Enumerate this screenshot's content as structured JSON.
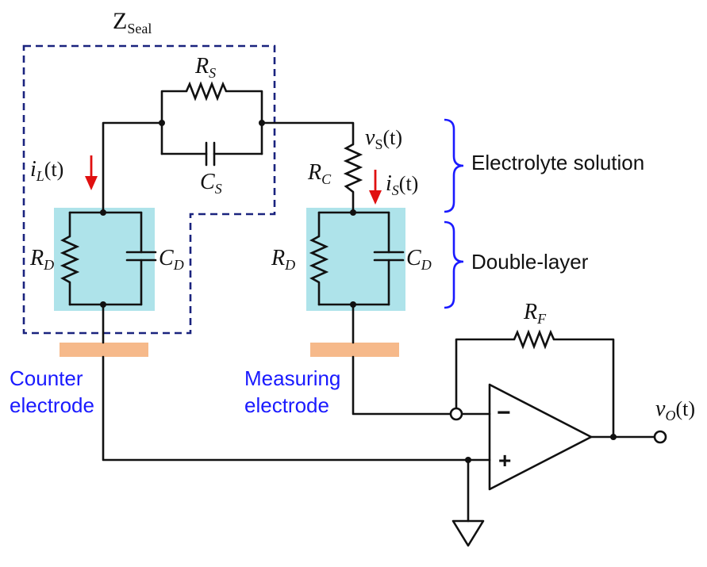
{
  "colors": {
    "wire": "#111111",
    "double_layer_fill": "#aee3ea",
    "electrode": "#f6b98a",
    "electrode_label": "#1a1aff",
    "bracket": "#1a1aff",
    "seal_border": "#1a237e",
    "current_arrow": "#e01010"
  },
  "labels": {
    "z_seal_main": "Z",
    "z_seal_sub": "Seal",
    "rs_main": "R",
    "rs_sub": "S",
    "cs_main": "C",
    "cs_sub": "S",
    "il_main": "i",
    "il_sub": "L",
    "il_arg": "(t)",
    "vs_main": "v",
    "vs_sub": "S",
    "vs_arg": "(t)",
    "rc_main": "R",
    "rc_sub": "C",
    "is_main": "i",
    "is_sub": "S",
    "is_arg": "(t)",
    "rd_left_main": "R",
    "rd_left_sub": "D",
    "cd_left_main": "C",
    "cd_left_sub": "D",
    "rd_right_main": "R",
    "rd_right_sub": "D",
    "cd_right_main": "C",
    "cd_right_sub": "D",
    "rf_main": "R",
    "rf_sub": "F",
    "vo_main": "v",
    "vo_sub": "O",
    "vo_arg": "(t)",
    "minus": "−",
    "plus": "+",
    "electrolyte_solution": "Electrolyte solution",
    "double_layer": "Double-layer",
    "counter_line1": "Counter",
    "counter_line2": "electrode",
    "measuring_line1": "Measuring",
    "measuring_line2": "electrode"
  }
}
